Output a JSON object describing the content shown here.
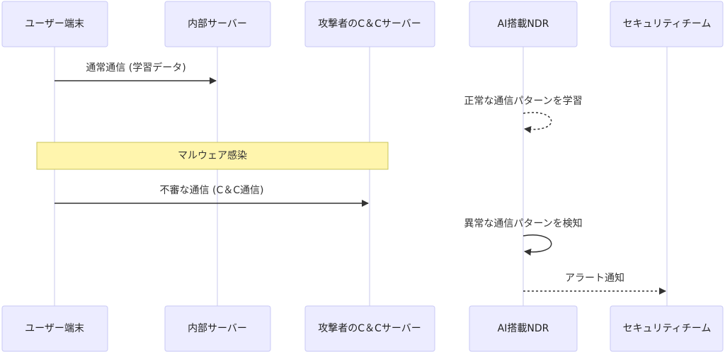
{
  "actors": [
    {
      "id": "user",
      "label": "ユーザー端末"
    },
    {
      "id": "server",
      "label": "内部サーバー"
    },
    {
      "id": "c2",
      "label": "攻撃者のC＆Cサーバー"
    },
    {
      "id": "ndr",
      "label": "AI搭載NDR"
    },
    {
      "id": "sec",
      "label": "セキュリティチーム"
    }
  ],
  "messages": [
    {
      "from": "user",
      "to": "server",
      "label": "通常通信 (学習データ)",
      "style": "solid"
    },
    {
      "from": "ndr",
      "to": "ndr",
      "label": "正常な通信パターンを学習",
      "style": "dotted"
    },
    {
      "from": "user",
      "to": "c2",
      "label": "不審な通信 (C＆C通信)",
      "style": "solid"
    },
    {
      "from": "ndr",
      "to": "ndr",
      "label": "異常な通信パターンを検知",
      "style": "solid"
    },
    {
      "from": "ndr",
      "to": "sec",
      "label": "アラート通知",
      "style": "dotted"
    }
  ],
  "note": {
    "label": "マルウェア感染",
    "over": [
      "user",
      "c2"
    ]
  },
  "colors": {
    "actor_fill": "#ECECFF",
    "actor_stroke": "#C9C9F5",
    "note_fill": "#FFF5AD",
    "line": "#333333"
  }
}
